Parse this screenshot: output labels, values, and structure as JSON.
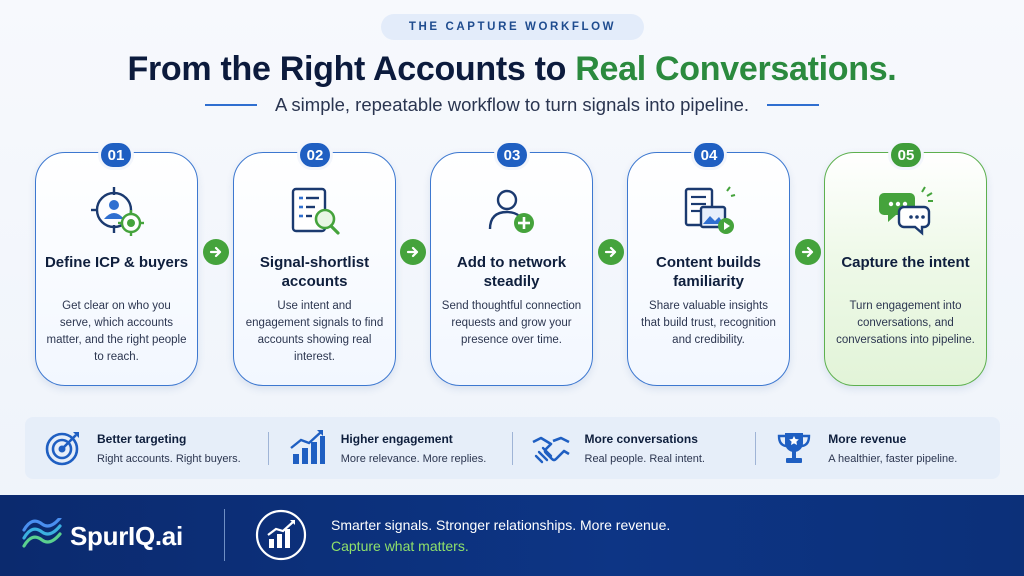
{
  "header": {
    "pill": "THE CAPTURE WORKFLOW",
    "title_part1": "From the Right Accounts to ",
    "title_part2": "Real Conversations.",
    "subtitle": "A simple, repeatable workflow to turn signals into pipeline."
  },
  "steps": [
    {
      "number": "01",
      "icon": "target-person-icon",
      "title": "Define ICP & buyers",
      "description": "Get clear on who you serve, which accounts matter, and the right people to reach."
    },
    {
      "number": "02",
      "icon": "list-magnifier-icon",
      "title": "Signal-shortlist accounts",
      "description": "Use intent and engagement signals to find accounts showing real interest."
    },
    {
      "number": "03",
      "icon": "add-user-icon",
      "title": "Add to network steadily",
      "description": "Send thoughtful connection requests and grow your presence over time."
    },
    {
      "number": "04",
      "icon": "content-media-icon",
      "title": "Content builds familiarity",
      "description": "Share valuable insights that build trust, recognition and credibility."
    },
    {
      "number": "05",
      "icon": "chat-bubbles-icon",
      "title": "Capture the intent",
      "description": "Turn engagement into conversations, and conversations into pipeline."
    }
  ],
  "benefits": [
    {
      "icon": "target-icon",
      "title": "Better targeting",
      "subtitle": "Right accounts. Right buyers."
    },
    {
      "icon": "bar-chart-icon",
      "title": "Higher engagement",
      "subtitle": "More relevance. More replies."
    },
    {
      "icon": "handshake-icon",
      "title": "More conversations",
      "subtitle": "Real people. Real intent."
    },
    {
      "icon": "trophy-icon",
      "title": "More revenue",
      "subtitle": "A healthier, faster pipeline."
    }
  ],
  "footer": {
    "brand": "SpurIQ.ai",
    "tagline": "Smarter signals. Stronger relationships. More revenue.",
    "tagline_highlight": "Capture what matters."
  },
  "colors": {
    "primary_blue": "#1f5fc2",
    "accent_green": "#3f9d3a",
    "title_dark": "#0c1b3d",
    "footer_navy": "#0b2a6e",
    "footer_green": "#8fe06a"
  }
}
